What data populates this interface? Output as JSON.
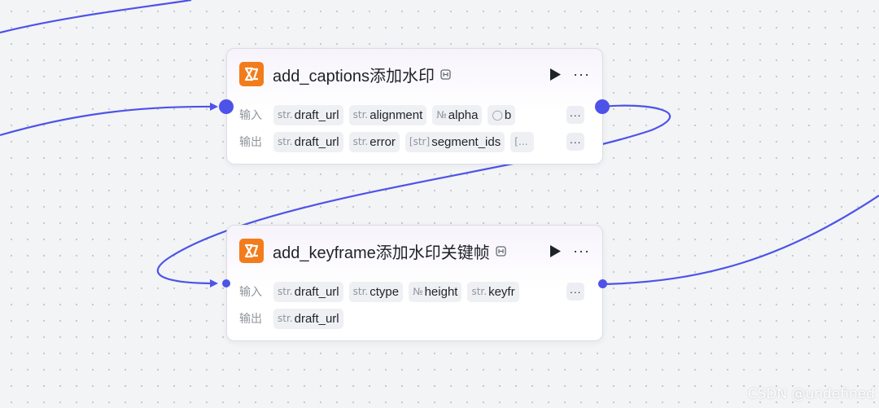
{
  "colors": {
    "edge": "#4d53e8",
    "port": "#4d53e8",
    "node_icon": "#f27c1b"
  },
  "nodes": [
    {
      "id": "node1",
      "title": "add_captions添加水印",
      "link_icon": "link-icon",
      "run_icon": "play-icon",
      "more_label": "···",
      "input_label": "输入",
      "output_label": "输出",
      "inputs": [
        {
          "type": "str.",
          "name": "draft_url"
        },
        {
          "type": "str.",
          "name": "alignment"
        },
        {
          "type": "№",
          "name": "alpha"
        },
        {
          "type": "◯",
          "name": "b"
        }
      ],
      "outputs": [
        {
          "type": "str.",
          "name": "draft_url"
        },
        {
          "type": "str.",
          "name": "error"
        },
        {
          "type": "[str]",
          "name": "segment_ids"
        },
        {
          "type": "[…",
          "name": ""
        }
      ],
      "row_more": "···"
    },
    {
      "id": "node2",
      "title": "add_keyframe添加水印关键帧",
      "link_icon": "link-icon",
      "run_icon": "play-icon",
      "more_label": "···",
      "input_label": "输入",
      "output_label": "输出",
      "inputs": [
        {
          "type": "str.",
          "name": "draft_url"
        },
        {
          "type": "str.",
          "name": "ctype"
        },
        {
          "type": "№",
          "name": "height"
        },
        {
          "type": "str.",
          "name": "keyfr"
        }
      ],
      "outputs": [
        {
          "type": "str.",
          "name": "draft_url"
        }
      ],
      "row_more": "···"
    }
  ],
  "watermark": "CSDN @undefined"
}
